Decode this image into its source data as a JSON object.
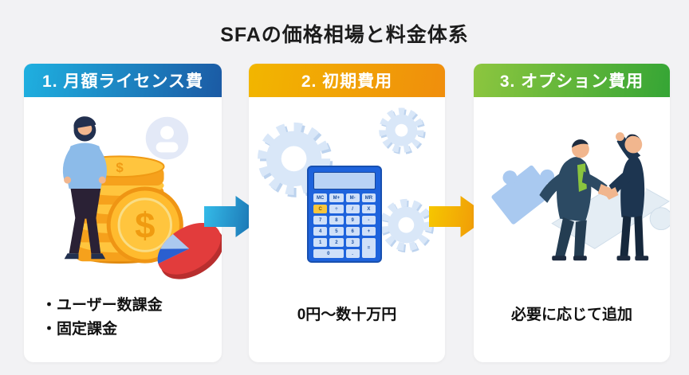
{
  "page": {
    "title": "SFAの価格相場と料金体系",
    "background_color": "#f2f2f4"
  },
  "cards": [
    {
      "id": "monthly-license-fee",
      "header": "1. 月額ライセンス費",
      "header_gradient": [
        "#1fb0e0",
        "#1b5aa4"
      ],
      "illustration": "man-with-coin-stack-pie-chart-and-user-icon",
      "lines": [
        "・ユーザー数課金",
        "・固定課金"
      ]
    },
    {
      "id": "initial-cost",
      "header": "2. 初期費用",
      "header_gradient": [
        "#f2b600",
        "#f08e0c"
      ],
      "illustration": "blue-calculator-with-gears",
      "lines": [
        "0円〜数十万円"
      ],
      "calculator_buttons": [
        "MC",
        "M+",
        "M-",
        "MR",
        "C",
        "÷",
        "/",
        "X",
        "7",
        "8",
        "9",
        "-",
        "4",
        "5",
        "6",
        "+",
        "1",
        "2",
        "3",
        "=",
        "0",
        "."
      ]
    },
    {
      "id": "option-cost",
      "header": "3. オプション費用",
      "header_gradient": [
        "#8dc63f",
        "#35a535"
      ],
      "illustration": "businessmen-handshake-with-puzzle-pieces",
      "lines": [
        "必要に応じて追加"
      ]
    }
  ],
  "arrows": [
    {
      "id": "arrow-1",
      "gradient": [
        "#35bdea",
        "#1563a6"
      ]
    },
    {
      "id": "arrow-2",
      "gradient": [
        "#f6c800",
        "#ef8f0a"
      ]
    }
  ]
}
